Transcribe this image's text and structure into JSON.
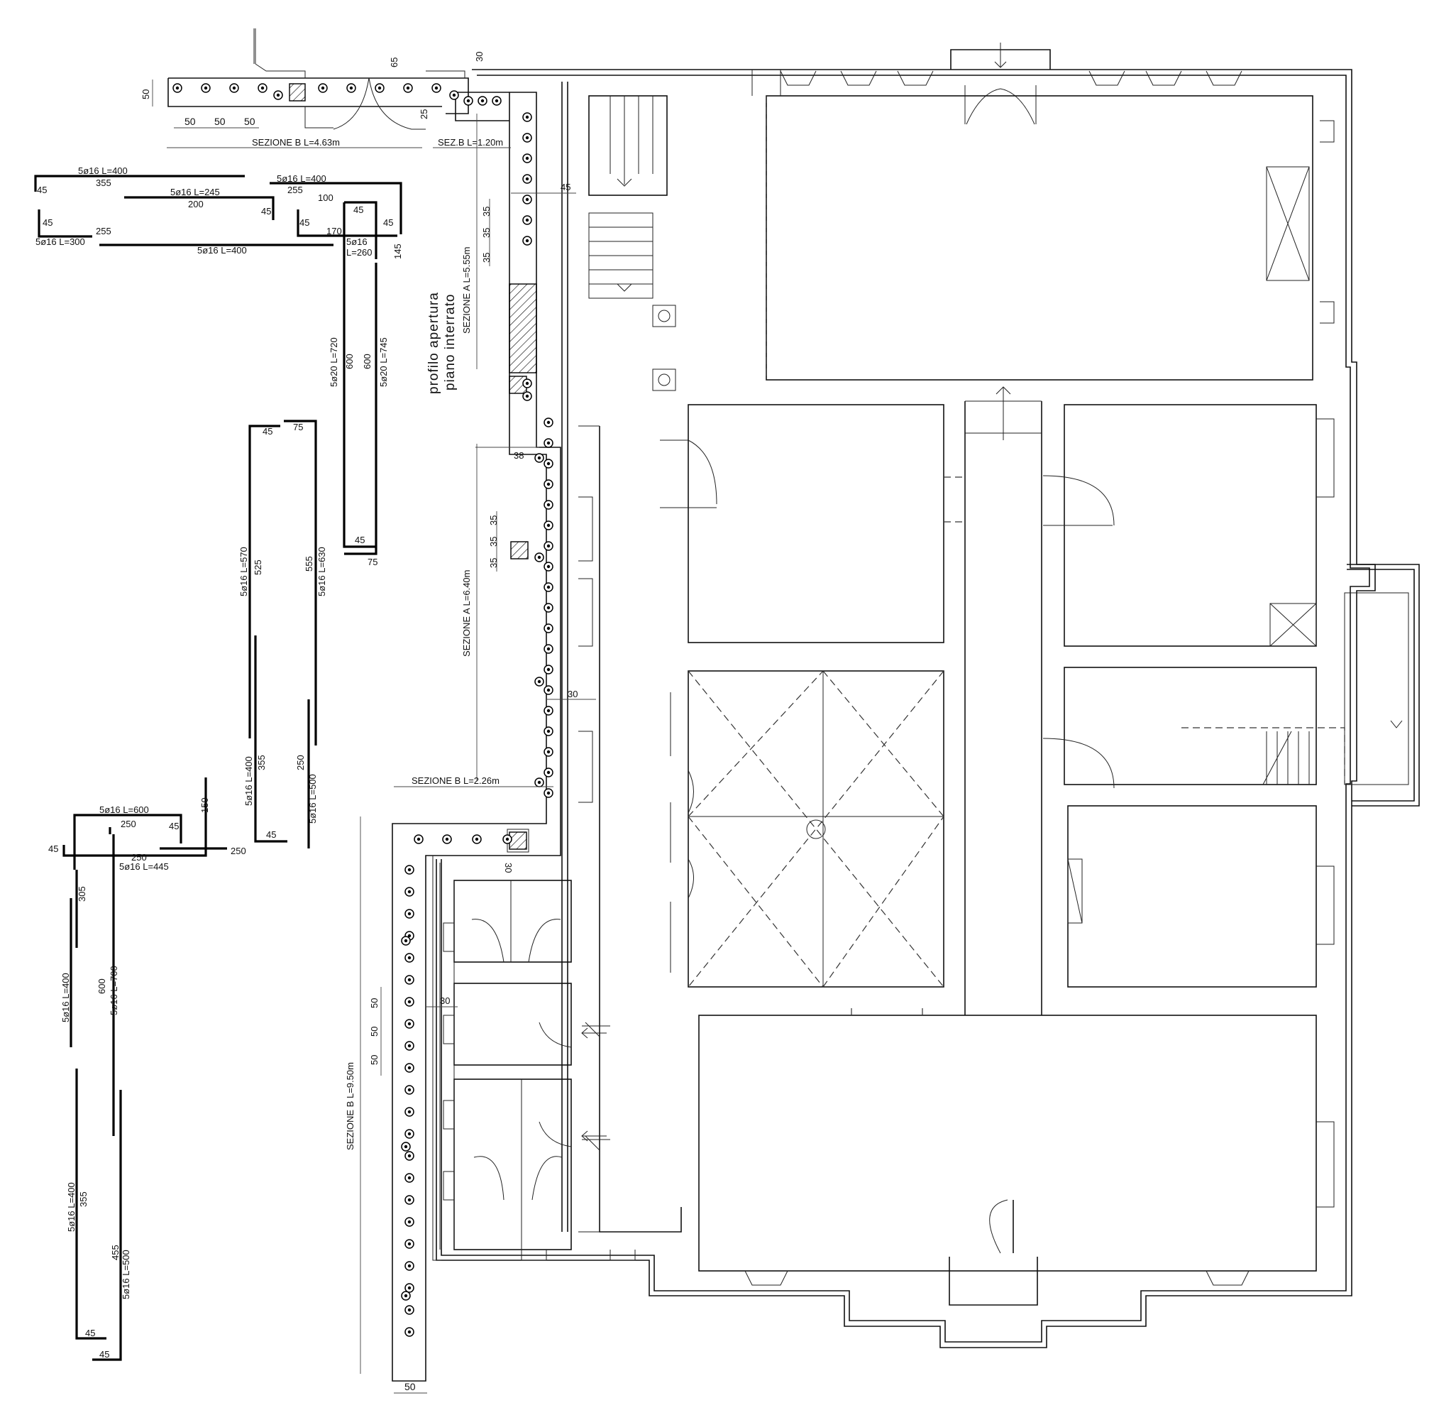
{
  "sections": [
    {
      "id": "sezione_b_1",
      "label": "SEZIONE B L=4.63m"
    },
    {
      "id": "sez_b_2",
      "label": "SEZ.B L=1.20m"
    },
    {
      "id": "sezione_a_1",
      "label": "SEZIONE A L=5.55m"
    },
    {
      "id": "sezione_a_2",
      "label": "SEZIONE A L=6.40m"
    },
    {
      "id": "sezione_b_3",
      "label": "SEZIONE B  L=2.26m"
    },
    {
      "id": "sezione_b_4",
      "label": "SEZIONE B  L=9.50m"
    }
  ],
  "note": {
    "line1": "profilo  apertura",
    "line2": "piano  interrato"
  },
  "dimensions": {
    "top_spacing": [
      "50",
      "50",
      "50"
    ],
    "top_width": "50",
    "d65": "65",
    "d30_top": "30",
    "d25": "25",
    "d45": "45",
    "d35": [
      "35",
      "35",
      "35"
    ],
    "d38": "38",
    "d35_mid": [
      "35",
      "35",
      "35"
    ],
    "d30_mid": "30",
    "d30_low": "30",
    "d30_b": "30",
    "d50_left": [
      "50",
      "50",
      "50"
    ],
    "bottom_width": "50"
  },
  "rebar_labels": {
    "r1_title": "5ø16  L=400",
    "r1_355": "355",
    "r1_45a": "45",
    "r1_45b": "45",
    "r1_255": "255",
    "r1_title_b": "5ø16  L=300",
    "r2_title": "5ø16  L=245",
    "r2_200": "200",
    "r2_45": "45",
    "r3_title": "5ø16  L=400",
    "r3_255": "255",
    "r3_100": "100",
    "r3_45a": "45",
    "r3_170": "170",
    "r3_45b": "45",
    "r4_title": "5ø16  L=400",
    "r5_45": "45",
    "r5_title": "5ø16",
    "r5_len": "L=260",
    "r5_145": "145",
    "r6_a": "5ø20  L=720",
    "r6_600a": "600",
    "r6_600b": "600",
    "r6_b": "5ø20  L=745",
    "r6_45": "45",
    "r6_75": "75",
    "r7_45": "45",
    "r7_75": "75",
    "r7_a": "5ø16  L=570",
    "r7_525": "525",
    "r7_555": "555",
    "r7_b": "5ø16  L=630",
    "r8_a": "5ø16  L=400",
    "r8_355": "355",
    "r8_250": "250",
    "r8_b": "5ø16  L=500",
    "r8_45": "45",
    "r9_title": "5ø16  L=600",
    "r9_250": "250",
    "r9_45": "45",
    "r9_150": "150",
    "r9_45b": "45",
    "r9_250b": "250",
    "r9_250c": "250",
    "r9_title_b": "5ø16  L=445",
    "r10_305": "305",
    "r10_a": "5ø16  L=400",
    "r10_600": "600",
    "r10_b": "5ø16  L=700",
    "r11_a": "5ø16  L=400",
    "r11_355": "355",
    "r11_455": "455",
    "r11_b": "5ø16  L=500",
    "r11_45a": "45",
    "r11_45b": "45"
  }
}
